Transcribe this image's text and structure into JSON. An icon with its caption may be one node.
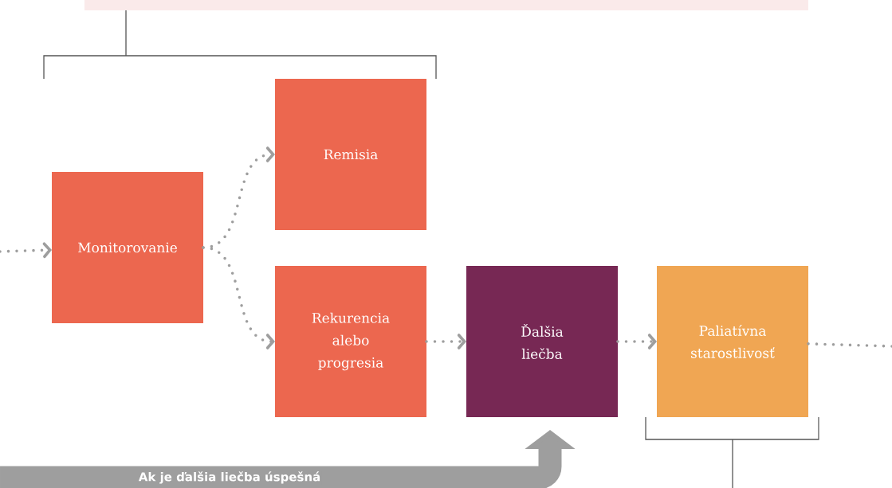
{
  "diagram": {
    "nodes": [
      {
        "text": [],
        "shape": "bar"
      },
      {
        "text": [
          "Monitorovanie"
        ]
      },
      {
        "text": [
          "Remisia"
        ]
      },
      {
        "text": [
          "Rekurencia alebo progresia"
        ]
      },
      {
        "text": [
          "Ďalšia liečba"
        ]
      },
      {
        "text": [
          "Paliatívna starostlivosť"
        ]
      }
    ],
    "edges": [
      {
        "from": null,
        "to": 1,
        "arrow": "to",
        "style": "dashed"
      },
      {
        "from": 1,
        "to": 2,
        "arrow": "to",
        "style": "dashed"
      },
      {
        "from": 1,
        "to": 3,
        "arrow": "to",
        "style": "dashed"
      },
      {
        "from": 3,
        "to": 4,
        "arrow": "to",
        "style": "dashed"
      },
      {
        "from": 4,
        "to": 5,
        "arrow": "to",
        "style": "dashed"
      },
      {
        "from": 5,
        "to": null,
        "arrow": "none",
        "style": "dashed"
      },
      {
        "from": null,
        "to": 4,
        "arrow": "to",
        "style": "thick",
        "label": "Ak je ďalšia liečba úspešná"
      }
    ]
  }
}
